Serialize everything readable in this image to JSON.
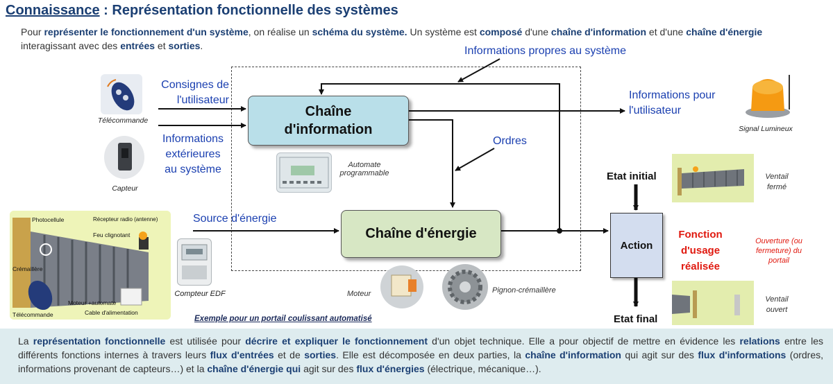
{
  "title": {
    "part1": "Connaissance",
    "part2": " : Représentation fonctionnelle des systèmes"
  },
  "intro": {
    "t1": "Pour ",
    "b1": "représenter le fonctionnement d'un système",
    "t2": ", on réalise un ",
    "b2": "schéma du système.",
    "t3": " Un système est ",
    "b3": "composé",
    "t4": " d'une ",
    "b4": "chaîne d'information",
    "t5": " et d'une ",
    "b5": "chaîne d'énergie",
    "t6": " interagissant avec des ",
    "b6": "entrées",
    "t7": " et ",
    "b7": "sorties",
    "t8": "."
  },
  "labels": {
    "infos_propres": "Informations propres au système",
    "consignes_1": "Consignes de",
    "consignes_2": "l'utilisateur",
    "infos_ext_1": "Informations",
    "infos_ext_2": "extérieures",
    "infos_ext_3": "au système",
    "infos_user_1": "Informations pour",
    "infos_user_2": "l'utilisateur",
    "ordres": "Ordres",
    "source": "Source d'énergie"
  },
  "boxes": {
    "info_1": "Chaîne",
    "info_2": "d'information",
    "energy": "Chaîne d'énergie",
    "action": "Action"
  },
  "captions": {
    "telecommande": "Télécommande",
    "capteur": "Capteur",
    "automate_1": "Automate",
    "automate_2": "programmable",
    "signal": "Signal Lumineux",
    "compteur": "Compteur EDF",
    "moteur": "Moteur",
    "pignon": "Pignon-crémaillère",
    "ventail_ferme_1": "Ventail",
    "ventail_ferme_2": "fermé",
    "ventail_ouvert_1": "Ventail",
    "ventail_ouvert_2": "ouvert",
    "exemple": "Exemple pour un portail coulissant automatisé"
  },
  "etats": {
    "initial": "Etat initial",
    "final": "Etat final"
  },
  "fonction": {
    "l1": "Fonction",
    "l2": "d'usage",
    "l3": "réalisée"
  },
  "ouverture": {
    "l1": "Ouverture (ou",
    "l2": "fermeture) du",
    "l3": "portail"
  },
  "gate_labels": {
    "photocellule": "Photocellule",
    "recepteur": "Récepteur radio (antenne)",
    "feu": "Feu clignotant",
    "cremaillere": "Crémaillère",
    "moteur_auto": "Moteur +automate",
    "cable": "Cable d'alimentation",
    "telecommande": "Télécommande"
  },
  "footer": {
    "t1": "La ",
    "b1": "représentation fonctionnelle",
    "t2": " est utilisée pour ",
    "b2": "décrire et expliquer le fonctionnement",
    "t3": " d'un objet technique. Elle a pour objectif de mettre en évidence les ",
    "b3": "relations",
    "t4": " entre les différents fonctions internes à travers leurs ",
    "b4": "flux d'entrées",
    "t5": " et de ",
    "b5": "sorties",
    "t6": ". Elle est décomposée en deux parties, la ",
    "b6": "chaîne d'information",
    "t7": " qui agit sur des ",
    "b7": "flux d'informations",
    "t8": " (ordres, informations provenant de capteurs…) et la ",
    "b8": "chaîne d'énergie qui",
    "t9": " agit sur des ",
    "b9": "flux d'énergies",
    "t10": " (électrique, mécanique…)."
  },
  "colors": {
    "accent": "#1b3f73",
    "blue_text": "#1a3fb0",
    "red": "#e0190f",
    "info_box": "#b9dfe9",
    "energy_box": "#d7e7c4",
    "footer_bg": "#deecef"
  }
}
